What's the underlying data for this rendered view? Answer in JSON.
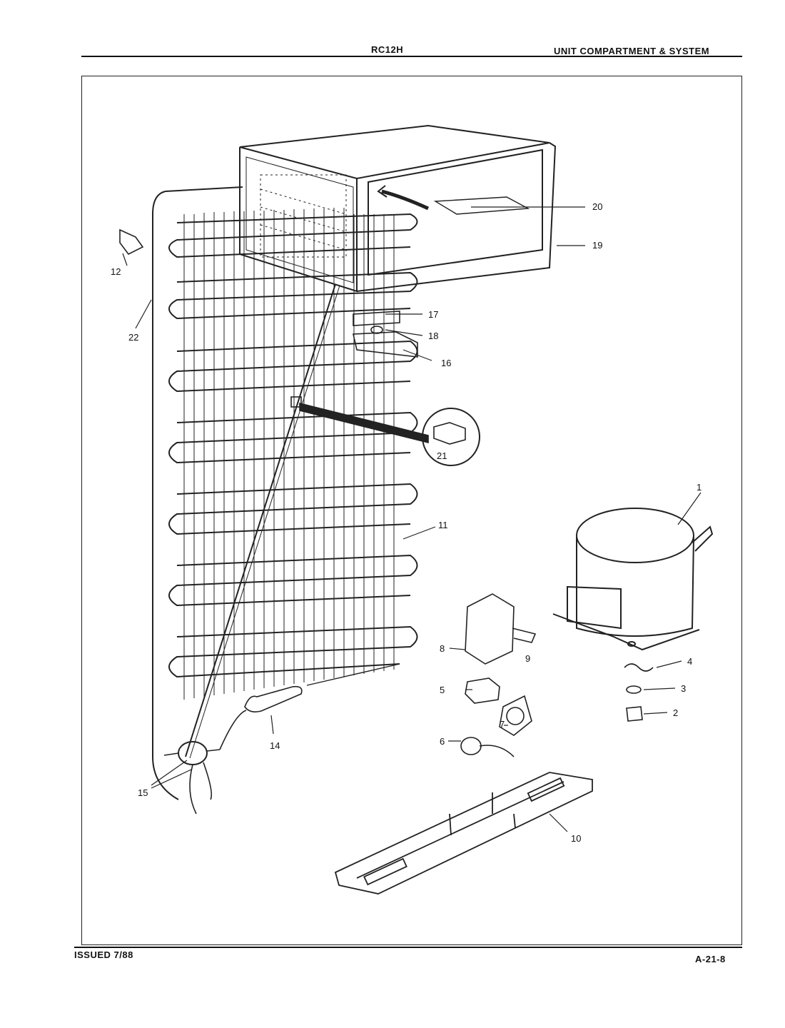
{
  "header": {
    "model": "RC12H",
    "section_title": "UNIT COMPARTMENT & SYSTEM"
  },
  "footer": {
    "issued": "ISSUED 7/88",
    "page_code": "A-21-8"
  },
  "callouts": [
    "1",
    "2",
    "3",
    "4",
    "5",
    "6",
    "7",
    "8",
    "9",
    "10",
    "11",
    "12",
    "14",
    "15",
    "16",
    "17",
    "18",
    "19",
    "20",
    "21",
    "22"
  ]
}
